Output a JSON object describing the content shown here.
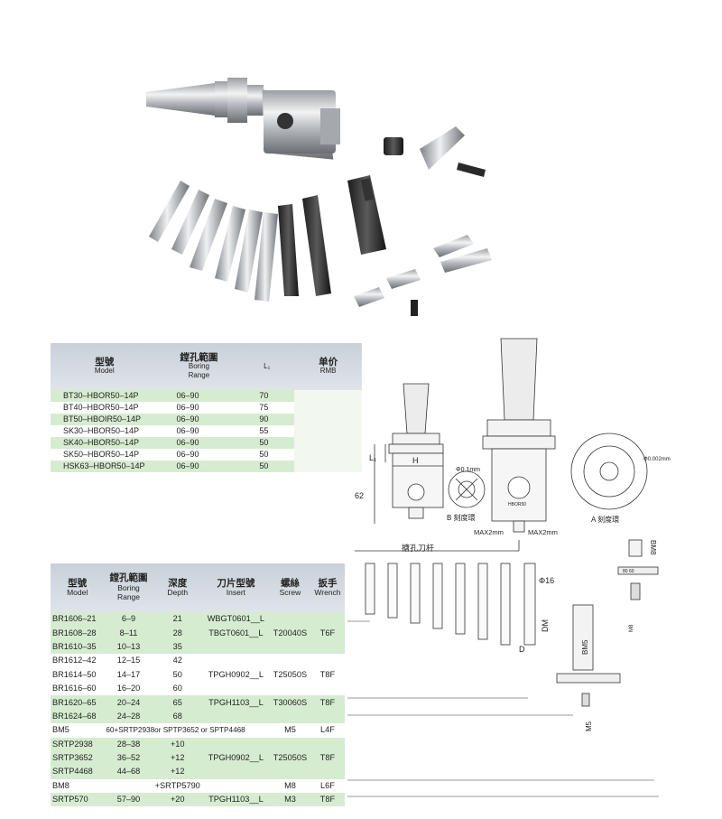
{
  "table1": {
    "headers": {
      "model_cn": "型號",
      "model_en": "Model",
      "range_cn": "鏜孔範圍",
      "range_en1": "Boring",
      "range_en2": "Range",
      "l1": "L₁",
      "price_cn": "单价",
      "price_en": "RMB"
    },
    "rows": [
      {
        "model": "BT30–HBOR50–14P",
        "range": "06–90",
        "l1": "70"
      },
      {
        "model": "BT40–HBOR50–14P",
        "range": "06–90",
        "l1": "75"
      },
      {
        "model": "BT50–HBOIR50–14P",
        "range": "06–90",
        "l1": "90"
      },
      {
        "model": "SK30–HBOR50–14P",
        "range": "06–90",
        "l1": "55"
      },
      {
        "model": "SK40–HBOR50–14P",
        "range": "06–90",
        "l1": "50"
      },
      {
        "model": "SK50–HBOR50–14P",
        "range": "06–90",
        "l1": "50"
      },
      {
        "model": "HSK63–HBOR50–14P",
        "range": "06–90",
        "l1": "50"
      }
    ]
  },
  "table2": {
    "headers": {
      "model_cn": "型號",
      "model_en": "Model",
      "range_cn": "鏜孔範圍",
      "range_en1": "Boring",
      "range_en2": "Range",
      "depth_cn": "深度",
      "depth_en": "Depth",
      "insert_cn": "刀片型號",
      "insert_en": "Insert",
      "screw_cn": "螺絲",
      "screw_en": "Screw",
      "wrench_cn": "扳手",
      "wrench_en": "Wrench"
    },
    "rows": [
      {
        "model": "BR1606–21",
        "range": "6–9",
        "depth": "21",
        "insert": "WBGT0601__L",
        "screw": "",
        "wrench": ""
      },
      {
        "model": "BR1608–28",
        "range": "8–11",
        "depth": "28",
        "insert": "TBGT0601__L",
        "screw": "T20040S",
        "wrench": "T6F"
      },
      {
        "model": "BR1610–35",
        "range": "10–13",
        "depth": "35",
        "insert": "",
        "screw": "",
        "wrench": ""
      },
      {
        "model": "BR1612–42",
        "range": "12–15",
        "depth": "42",
        "insert": "",
        "screw": "",
        "wrench": ""
      },
      {
        "model": "BR1614–50",
        "range": "14–17",
        "depth": "50",
        "insert": "TPGH0902__L",
        "screw": "T25050S",
        "wrench": "T8F"
      },
      {
        "model": "BR1616–60",
        "range": "16–20",
        "depth": "60",
        "insert": "",
        "screw": "",
        "wrench": ""
      },
      {
        "model": "BR1620–65",
        "range": "20–24",
        "depth": "65",
        "insert": "TPGH1103__L",
        "screw": "T30060S",
        "wrench": "T8F"
      },
      {
        "model": "BR1624–68",
        "range": "24–28",
        "depth": "68",
        "insert": "",
        "screw": "",
        "wrench": ""
      },
      {
        "model": "BM5",
        "range": "60+SRTP2938or SPTP3652 or SPTP4468",
        "depth": "",
        "insert": "",
        "screw": "M5",
        "wrench": "L4F"
      },
      {
        "model": "SRTP2938",
        "range": "28–38",
        "depth": "+10",
        "insert": "",
        "screw": "",
        "wrench": ""
      },
      {
        "model": "SRTP3652",
        "range": "36–52",
        "depth": "+12",
        "insert": "TPGH0902__L",
        "screw": "T25050S",
        "wrench": "T8F"
      },
      {
        "model": "SRTP4468",
        "range": "44–68",
        "depth": "+12",
        "insert": "",
        "screw": "",
        "wrench": ""
      },
      {
        "model": "BM8",
        "range": "",
        "depth": "+SRTP5790",
        "insert": "",
        "screw": "M8",
        "wrench": "L6F"
      },
      {
        "model": "SRTP570",
        "range": "57–90",
        "depth": "+20",
        "insert": "TPGH1103__L",
        "screw": "M3",
        "wrench": "T8F"
      }
    ]
  },
  "diagram": {
    "l1": "L₁",
    "h": "H",
    "dim62": "62",
    "scale_b": "B 刻度環",
    "scale_a": "A 刻度環",
    "phi01": "Φ0.1mm",
    "phi0002": "Φ0.002mm",
    "hbor": "HBOR50",
    "max_left": "MAX2mm",
    "max_right": "MAX2mm",
    "bar_label": "搪孔刀杆",
    "phi16": "Φ16",
    "dm": "DM",
    "d": "D",
    "bm5": "BM5",
    "m5": "M5",
    "bm8": "BM8",
    "m8": "M8",
    "bm8_dims": "80  60"
  }
}
